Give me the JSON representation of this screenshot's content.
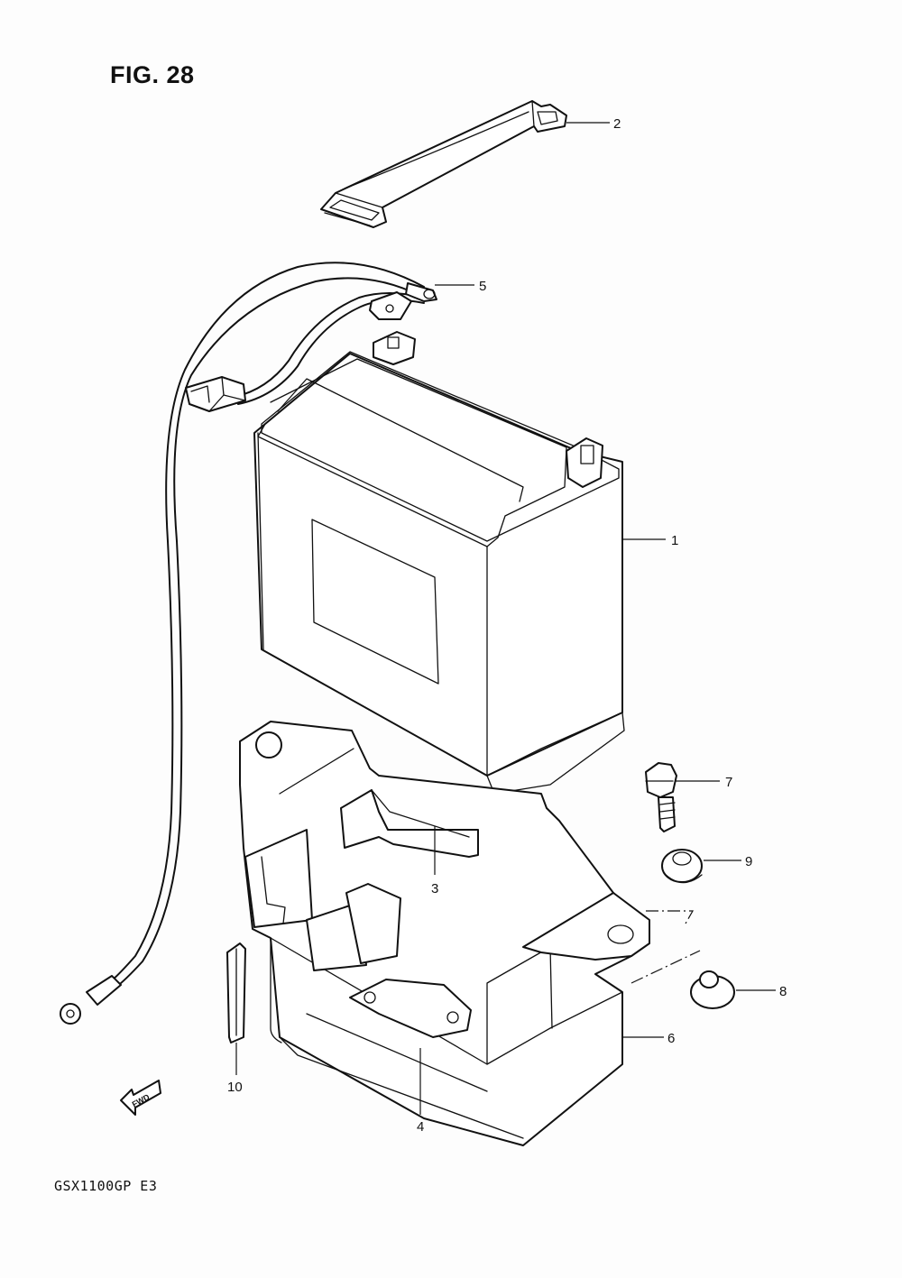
{
  "figure": {
    "title": "FIG. 28",
    "model_code": "GSX1100GP  E3",
    "fwd_label": "FWD"
  },
  "callouts": [
    {
      "id": "1",
      "label": "1",
      "part": "battery"
    },
    {
      "id": "2",
      "label": "2",
      "part": "strap"
    },
    {
      "id": "3",
      "label": "3",
      "part": "pad"
    },
    {
      "id": "4",
      "label": "4",
      "part": "pad"
    },
    {
      "id": "5",
      "label": "5",
      "part": "cable"
    },
    {
      "id": "6",
      "label": "6",
      "part": "holder"
    },
    {
      "id": "7",
      "label": "7",
      "part": "bolt"
    },
    {
      "id": "8",
      "label": "8",
      "part": "washer"
    },
    {
      "id": "9",
      "label": "9",
      "part": "cushion"
    },
    {
      "id": "10",
      "label": "10",
      "part": "holder"
    }
  ]
}
